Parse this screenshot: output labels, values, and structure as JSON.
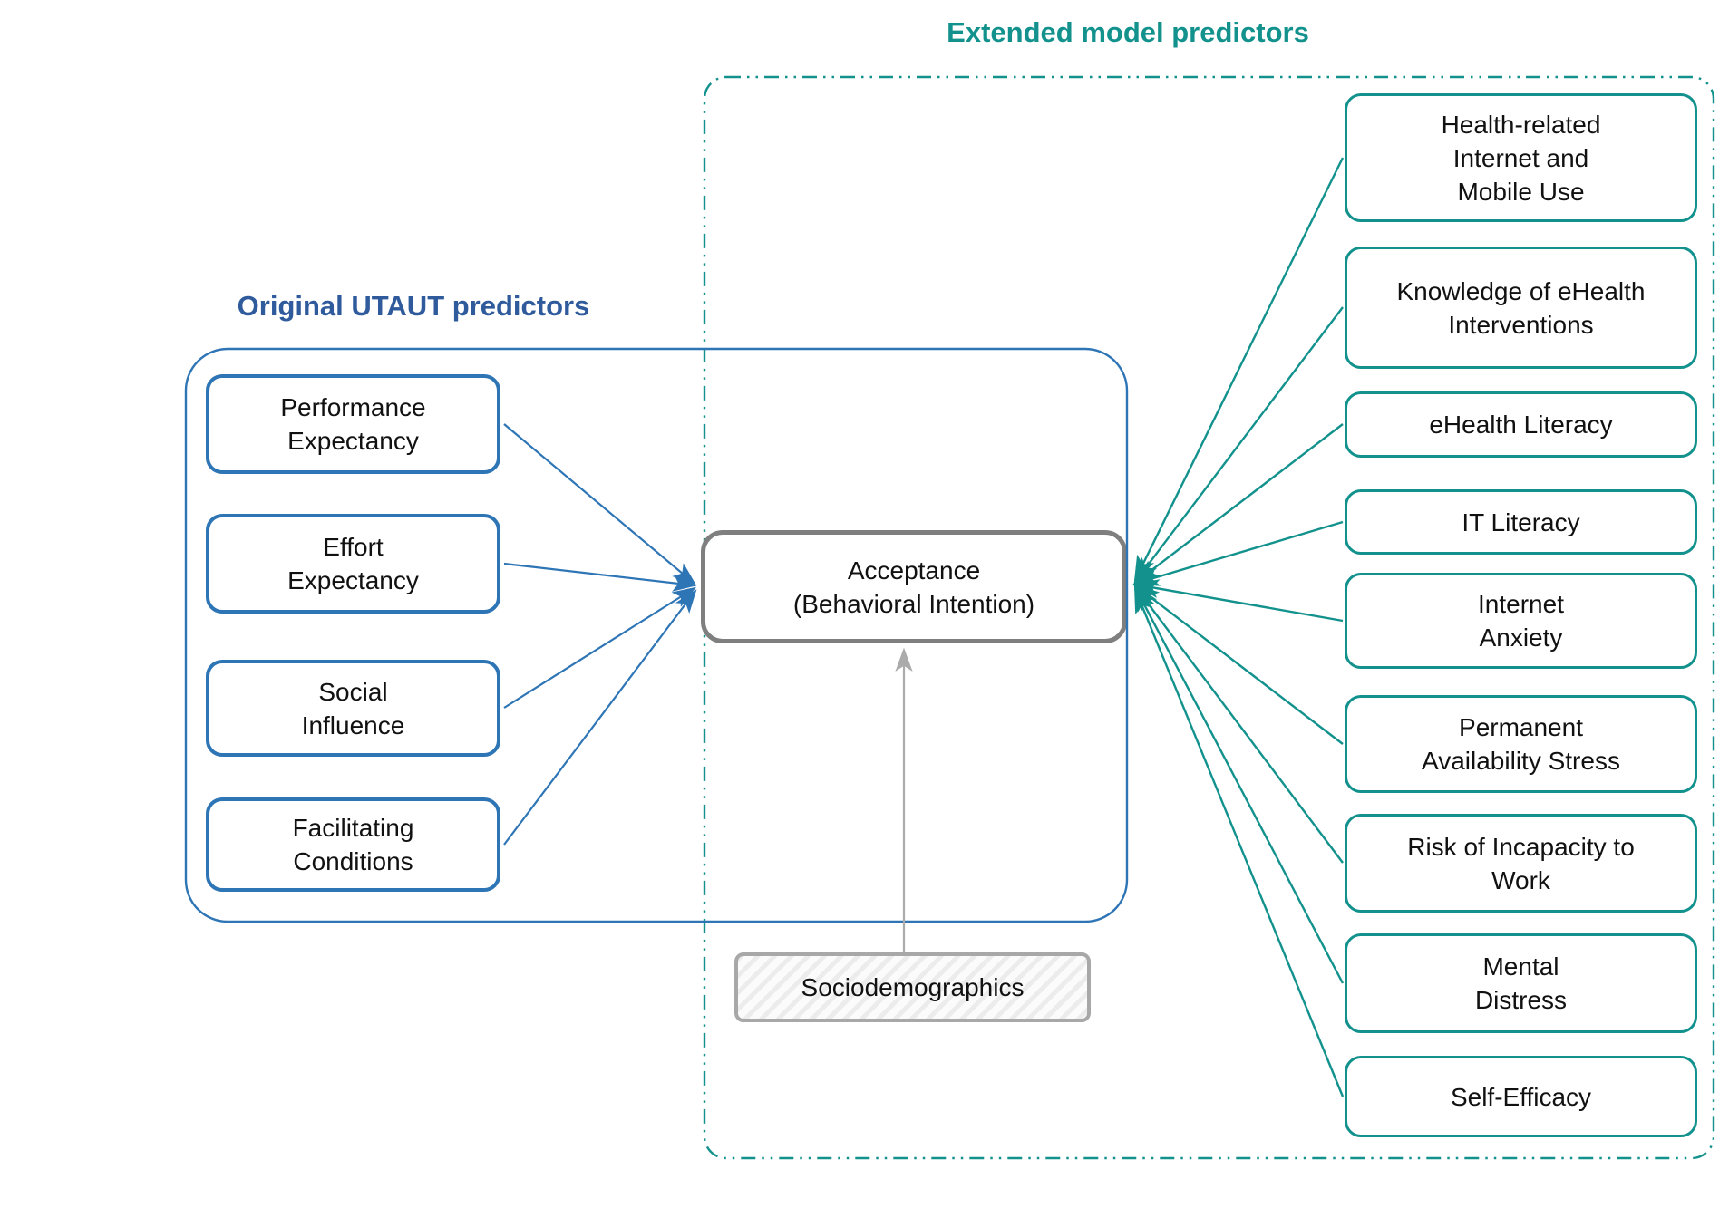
{
  "titles": {
    "original": "Original UTAUT predictors",
    "extended": "Extended model predictors"
  },
  "colors": {
    "original_accent": "#2E75B6",
    "original_title": "#2F5B9D",
    "extended_accent": "#13928D",
    "acceptance_border": "#7F7F7F",
    "moderator_border": "#A8A8A8",
    "text": "#111111"
  },
  "original_predictors": [
    {
      "label": "Performance\nExpectancy"
    },
    {
      "label": "Effort\nExpectancy"
    },
    {
      "label": "Social\nInfluence"
    },
    {
      "label": "Facilitating\nConditions"
    }
  ],
  "outcome": {
    "label": "Acceptance\n(Behavioral Intention)"
  },
  "moderator": {
    "label": "Sociodemographics"
  },
  "extended_predictors": [
    {
      "label": "Health-related\nInternet and\nMobile Use"
    },
    {
      "label": "Knowledge of eHealth\nInterventions"
    },
    {
      "label": "eHealth Literacy"
    },
    {
      "label": "IT Literacy"
    },
    {
      "label": "Internet\nAnxiety"
    },
    {
      "label": "Permanent\nAvailability Stress"
    },
    {
      "label": "Risk of Incapacity to\nWork"
    },
    {
      "label": "Mental\nDistress"
    },
    {
      "label": "Self-Efficacy"
    }
  ]
}
